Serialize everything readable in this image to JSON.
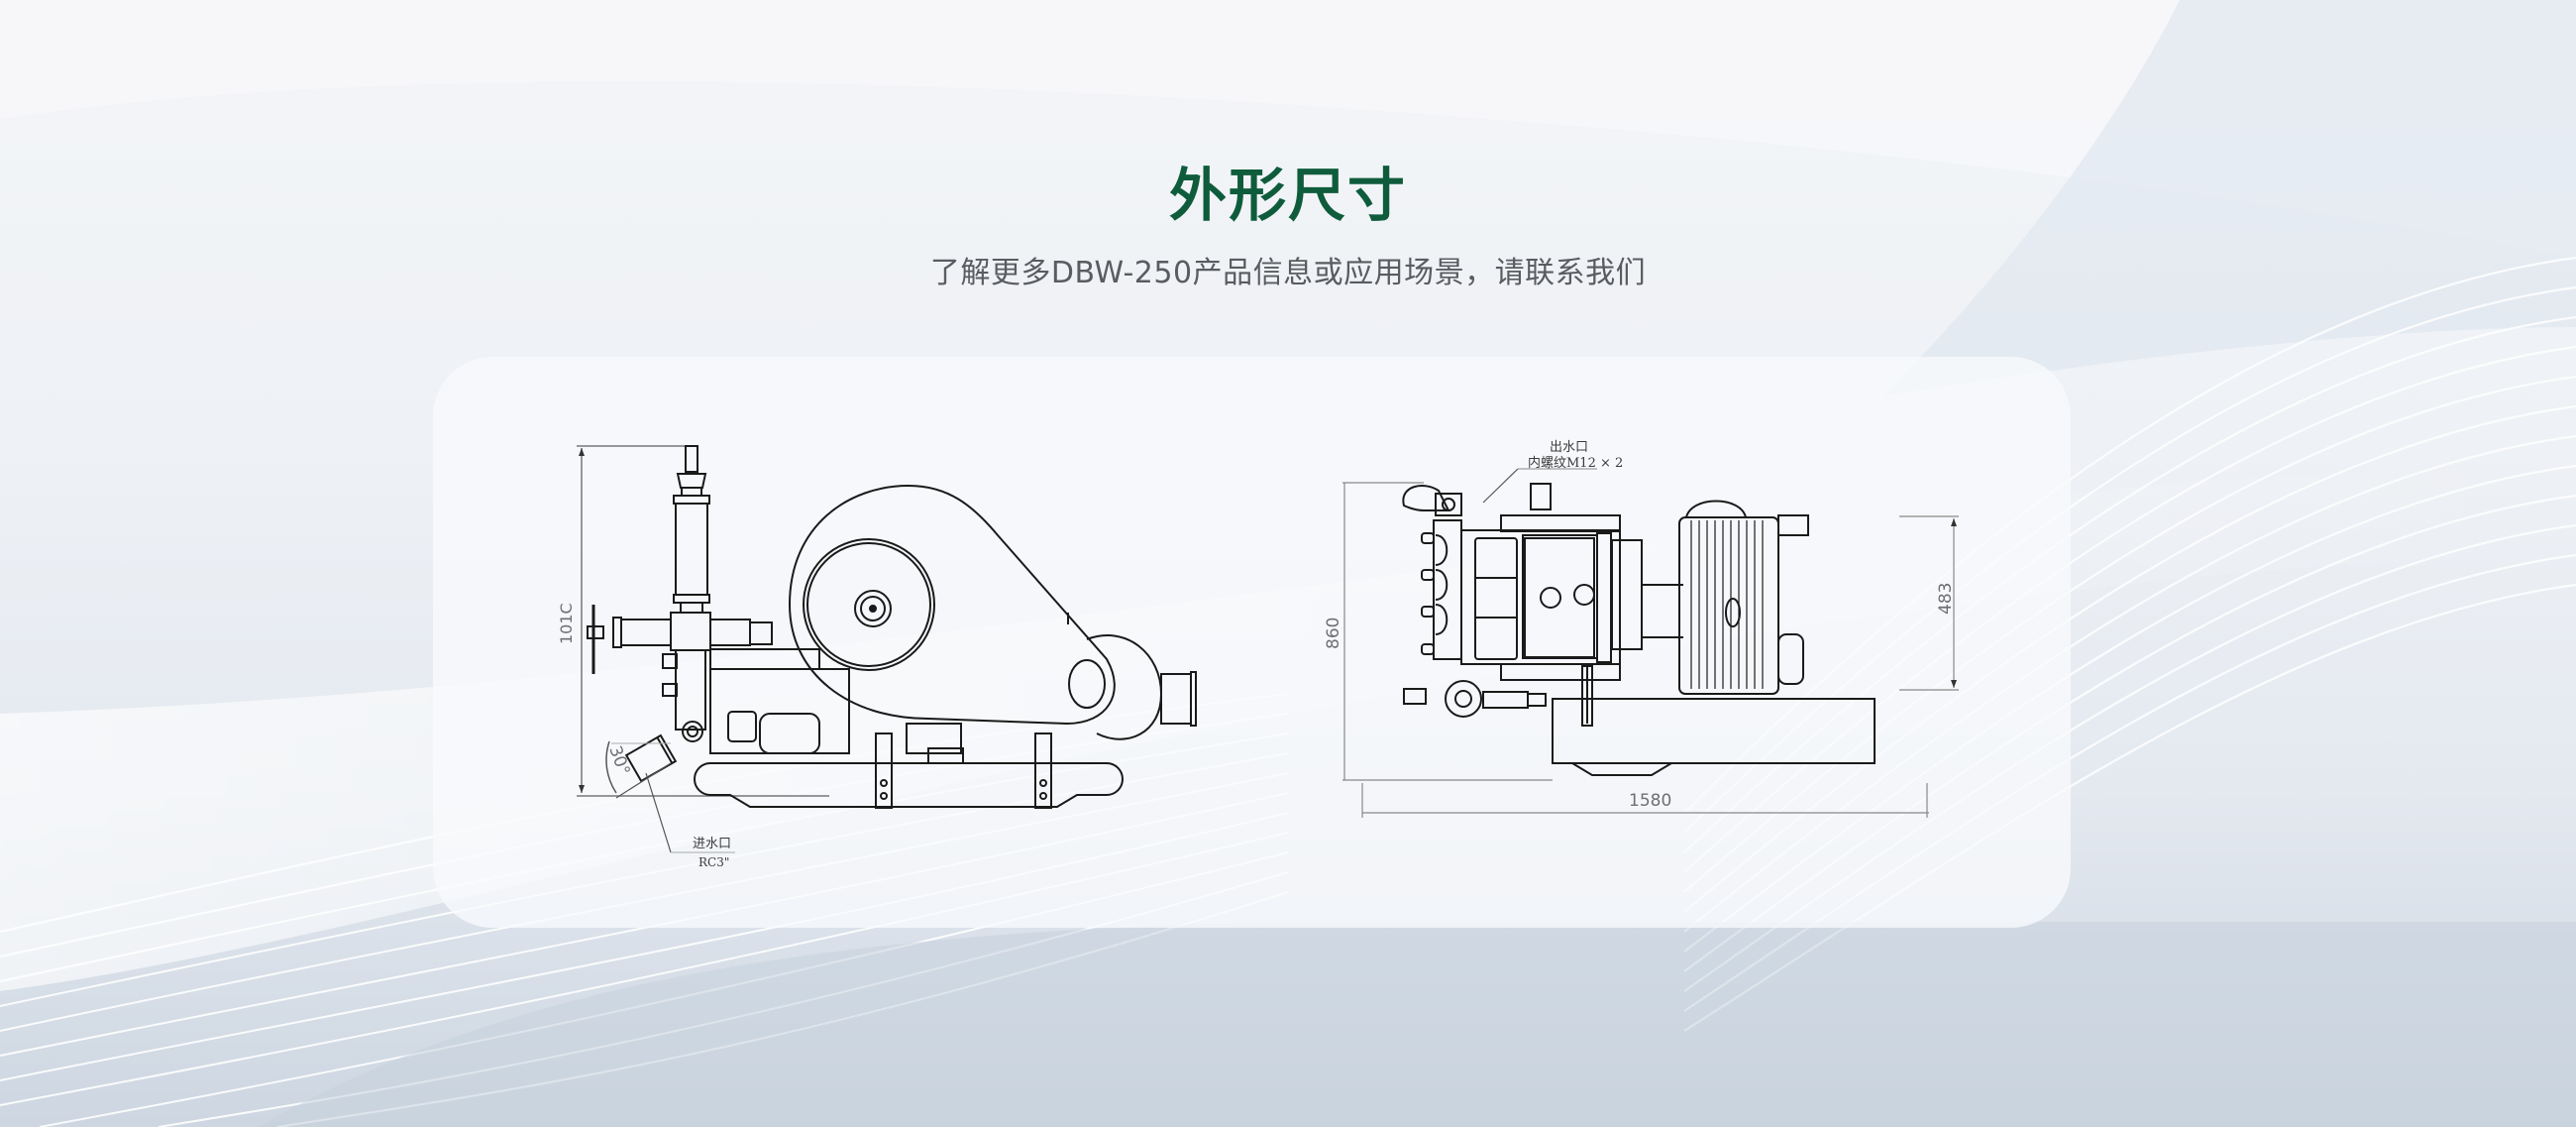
{
  "header": {
    "title": "外形尺寸",
    "subtitle": "了解更多DBW-250产品信息或应用场景，请联系我们"
  },
  "colors": {
    "title_green": "#0f5c3c",
    "subtitle_gray": "#595c60",
    "card_bg": "#f8fafc",
    "line_art": "#1a1a1a"
  },
  "product": {
    "model": "DBW-250"
  },
  "side_view": {
    "height_dim": "101C",
    "angle_dim": "30°",
    "inlet_label": "进水口",
    "inlet_spec": "RC3\""
  },
  "top_view": {
    "outlet_label": "出水口",
    "outlet_spec": "内螺纹M12 × 2",
    "depth_dim": "860",
    "width_dim": "483",
    "length_dim": "1580"
  }
}
